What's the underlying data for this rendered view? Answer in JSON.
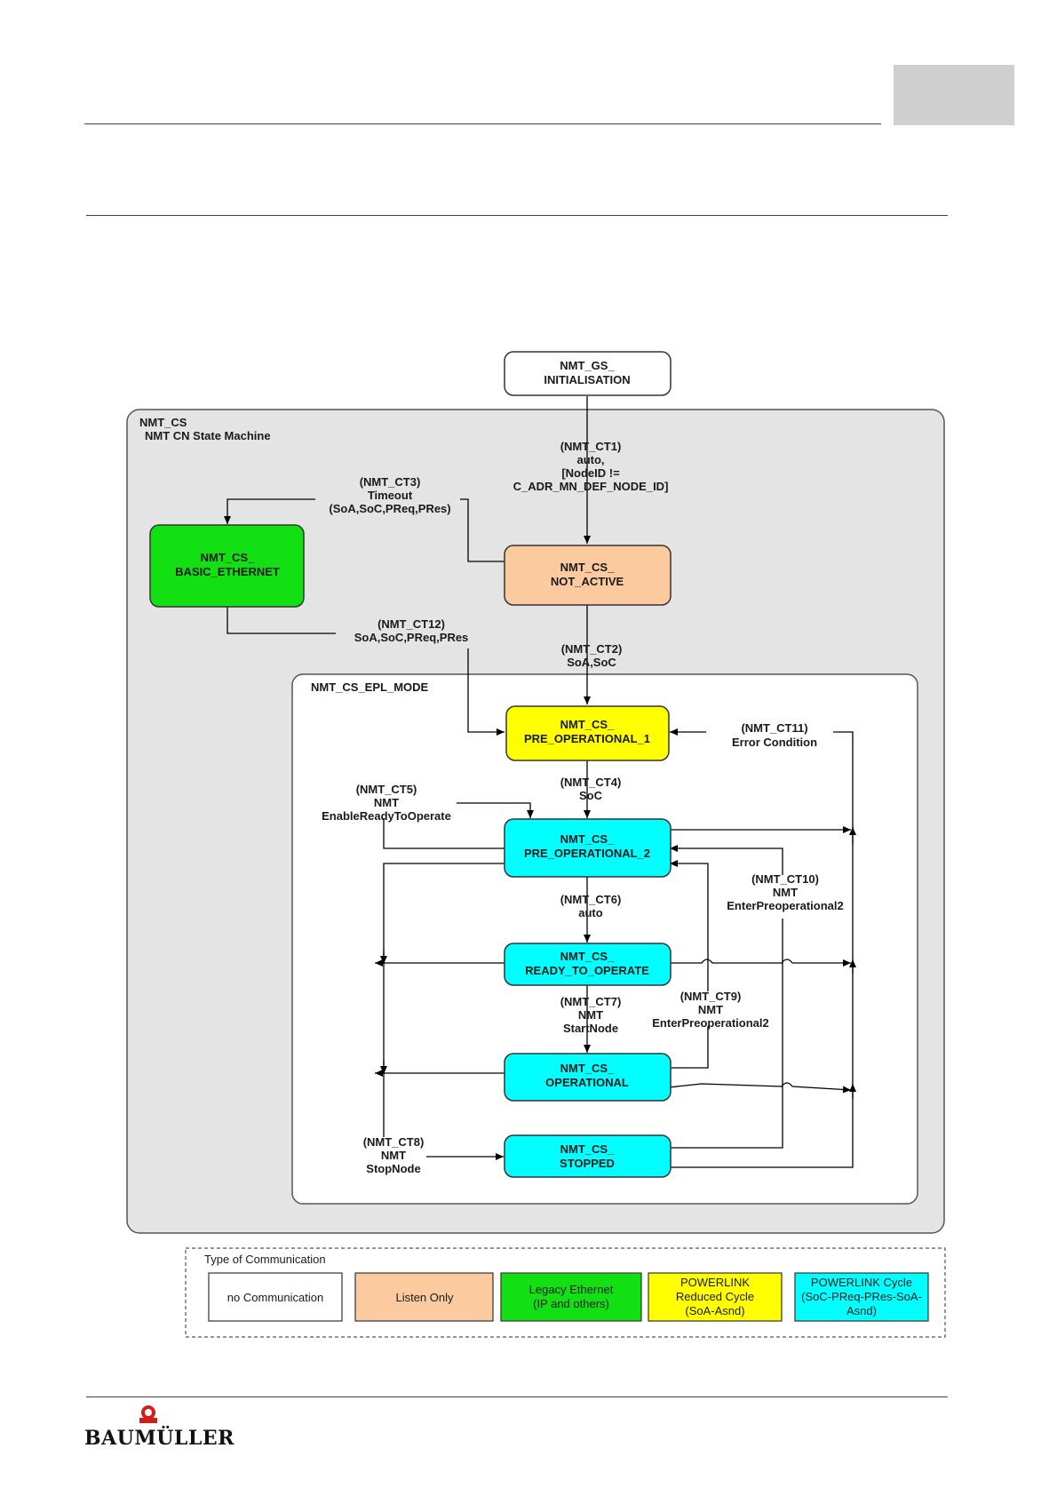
{
  "diagram": {
    "initial_state": {
      "line1": "NMT_GS_",
      "line2": "INITIALISATION"
    },
    "outer_container": {
      "line1": "NMT_CS",
      "line2": "NMT CN State Machine"
    },
    "inner_container": {
      "label": "NMT_CS_EPL_MODE"
    },
    "states": {
      "basic_ethernet": {
        "line1": "NMT_CS_",
        "line2": "BASIC_ETHERNET"
      },
      "not_active": {
        "line1": "NMT_CS_",
        "line2": "NOT_ACTIVE"
      },
      "pre_operational_1": {
        "line1": "NMT_CS_",
        "line2": "PRE_OPERATIONAL_1"
      },
      "pre_operational_2": {
        "line1": "NMT_CS_",
        "line2": "PRE_OPERATIONAL_2"
      },
      "ready_to_operate": {
        "line1": "NMT_CS_",
        "line2": "READY_TO_OPERATE"
      },
      "operational": {
        "line1": "NMT_CS_",
        "line2": "OPERATIONAL"
      },
      "stopped": {
        "line1": "NMT_CS_",
        "line2": "STOPPED"
      }
    },
    "transitions": {
      "ct1": [
        "(NMT_CT1)",
        "auto,",
        "[NodeID  !=",
        "C_ADR_MN_DEF_NODE_ID]"
      ],
      "ct2": [
        "(NMT_CT2)",
        "SoA,SoC"
      ],
      "ct3": [
        "(NMT_CT3)",
        "Timeout",
        "(SoA,SoC,PReq,PRes)"
      ],
      "ct4": [
        "(NMT_CT4)",
        "SoC"
      ],
      "ct5": [
        "(NMT_CT5)",
        "NMT",
        "EnableReadyToOperate"
      ],
      "ct6": [
        "(NMT_CT6)",
        "auto"
      ],
      "ct7": [
        "(NMT_CT7)",
        "NMT",
        "StartNode"
      ],
      "ct8": [
        "(NMT_CT8)",
        "NMT",
        "StopNode"
      ],
      "ct9": [
        "(NMT_CT9)",
        "NMT",
        "EnterPreoperational2"
      ],
      "ct10": [
        "(NMT_CT10)",
        "NMT",
        "EnterPreoperational2"
      ],
      "ct11": [
        "(NMT_CT11)",
        "Error Condition"
      ],
      "ct12": [
        "(NMT_CT12)",
        "SoA,SoC,PReq,PRes"
      ]
    },
    "colors": {
      "listen_only": "#fbcb9f",
      "legacy_ethernet": "#13e013",
      "powerlink_reduced": "#ffff00",
      "powerlink_cycle": "#00ffff",
      "container_fill": "#e4e4e4"
    }
  },
  "legend": {
    "title": "Type of Communication",
    "items": [
      {
        "lines": [
          "no Communication"
        ],
        "color": "#ffffff"
      },
      {
        "lines": [
          "Listen Only"
        ],
        "color": "#fbcb9f"
      },
      {
        "lines": [
          "Legacy Ethernet",
          "(IP and others)"
        ],
        "color": "#13e013"
      },
      {
        "lines": [
          "POWERLINK",
          "Reduced Cycle",
          "(SoA-Asnd)"
        ],
        "color": "#ffff00"
      },
      {
        "lines": [
          "POWERLINK Cycle",
          "(SoC-PReq-PRes-SoA-",
          "Asnd)"
        ],
        "color": "#00ffff"
      }
    ]
  },
  "footer": {
    "logo_text": "BAUMÜLLER"
  }
}
